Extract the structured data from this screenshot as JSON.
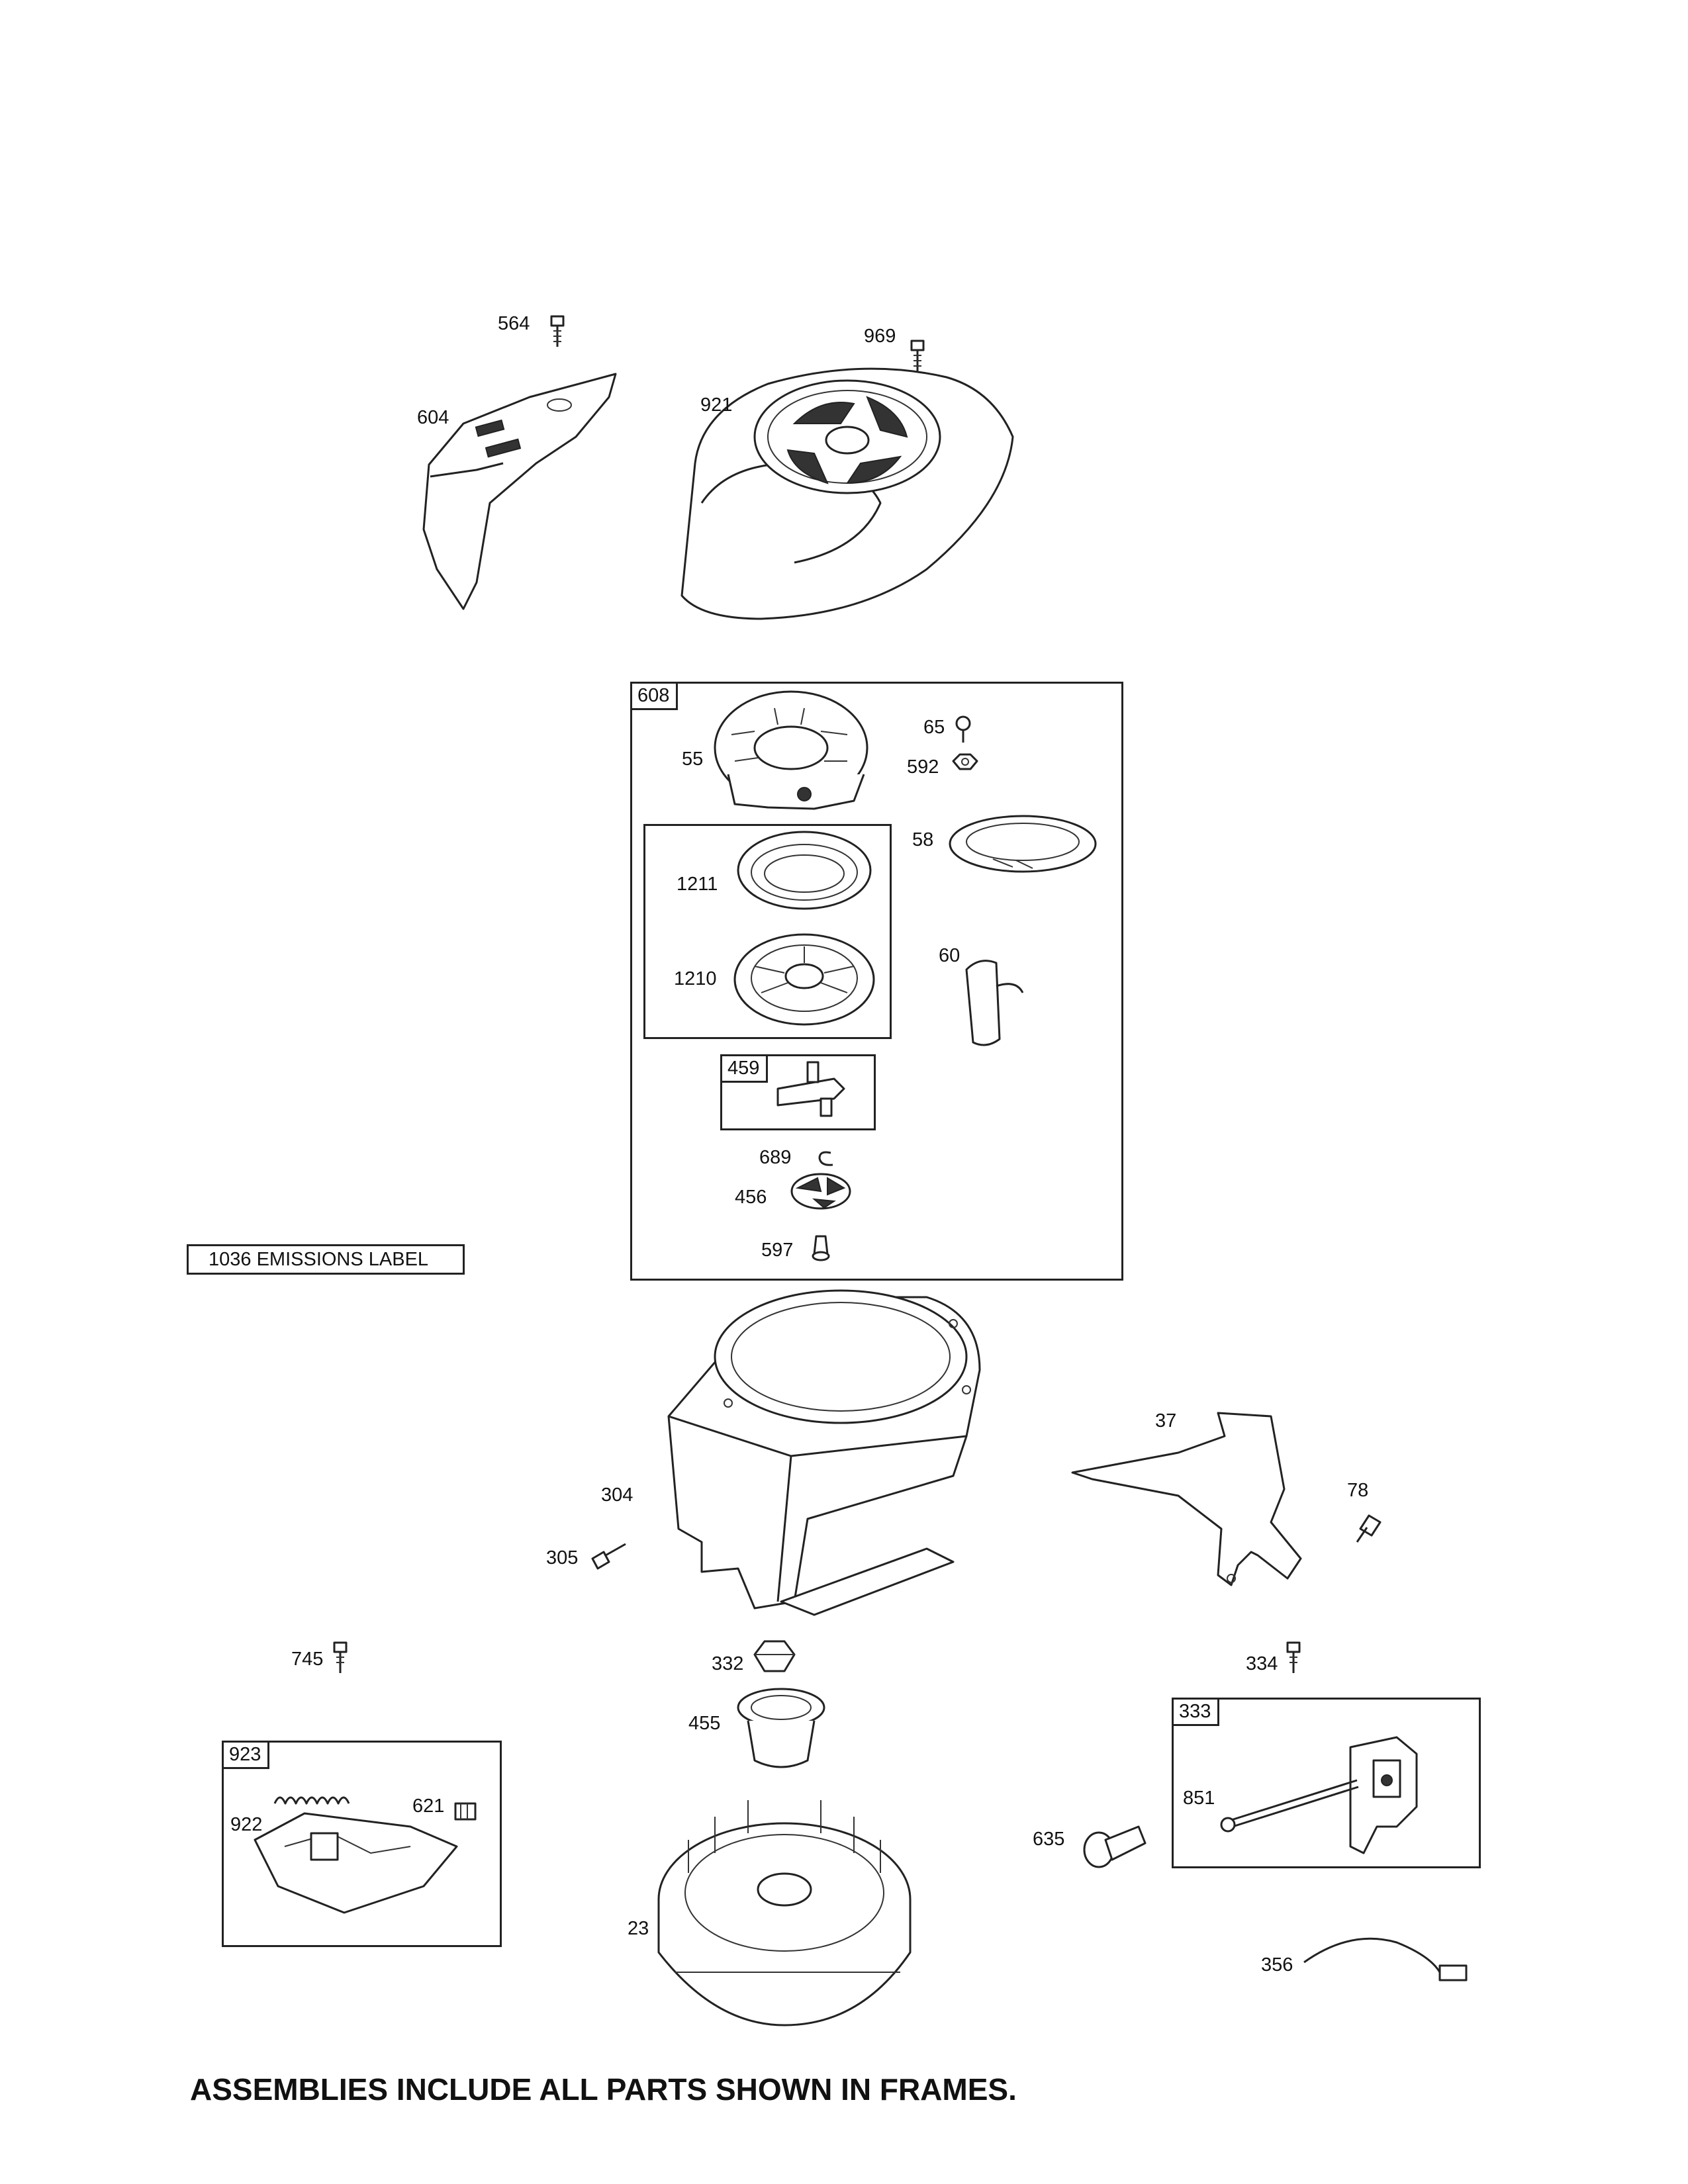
{
  "callouts": {
    "p564": "564",
    "p969": "969",
    "p604": "604",
    "p921": "921",
    "p55": "55",
    "p65": "65",
    "p592": "592",
    "p58": "58",
    "p1211": "1211",
    "p1210": "1210",
    "p60": "60",
    "p689": "689",
    "p456": "456",
    "p597": "597",
    "p37": "37",
    "p78": "78",
    "p304": "304",
    "p305": "305",
    "p745": "745",
    "p332": "332",
    "p334": "334",
    "p455": "455",
    "p922": "922",
    "p621": "621",
    "p635": "635",
    "p851": "851",
    "p23": "23",
    "p356": "356"
  },
  "frames": {
    "f608": "608",
    "f459": "459",
    "f923": "923",
    "f333": "333"
  },
  "emissions_label": "1036 EMISSIONS LABEL",
  "footer_note": "ASSEMBLIES INCLUDE ALL PARTS SHOWN IN FRAMES."
}
